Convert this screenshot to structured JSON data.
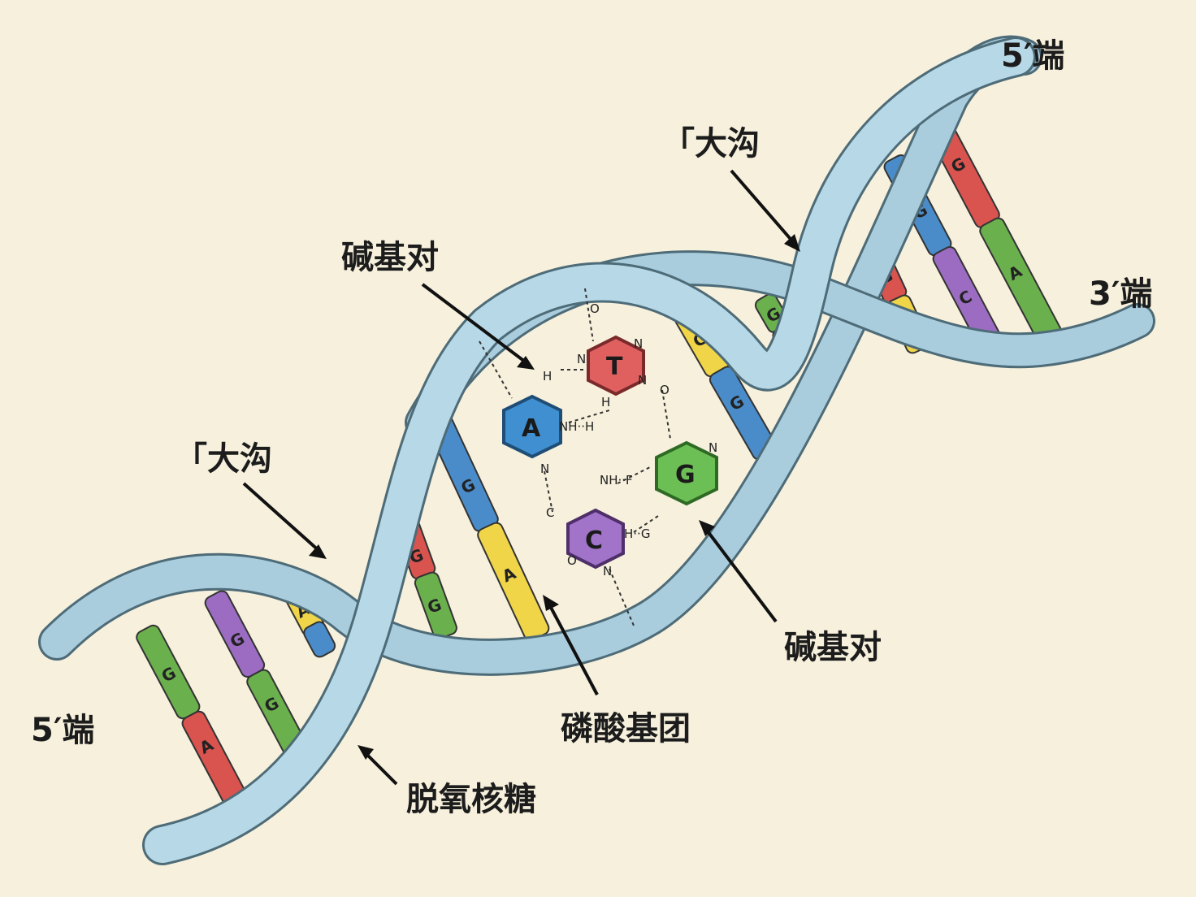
{
  "labels": {
    "five_prime_end_top": "5′端",
    "three_prime_end": "3′端",
    "major_groove_top": "「大沟",
    "major_groove_left": "「大沟",
    "base_pair_top": "碱基对",
    "base_pair_right": "碱基对",
    "five_prime_end_left": "5′端",
    "phosphate_group": "磷酸基团",
    "deoxyribose": "脱氧核糖"
  },
  "bases": {
    "A": "A",
    "T": "T",
    "G": "G",
    "C": "C"
  },
  "atoms": {
    "h1": "H",
    "n1": "N",
    "o_top": "O",
    "n_t1": "N",
    "n_t2": "N",
    "o_t": "O",
    "nh_h": "NH··H",
    "h2": "H",
    "n_a": "N",
    "c_a": "C",
    "nh_f": "NH··F",
    "n_g": "N",
    "h_g": "H··G",
    "o_c": "O",
    "n_c": "N"
  },
  "rungs": [
    {
      "top": "G",
      "bottom": "G"
    },
    {
      "top": "G",
      "bottom": "G"
    },
    {
      "top": "G",
      "bottom": "G"
    },
    {
      "top": "G",
      "bottom": "G"
    },
    {
      "top": "G",
      "bottom": "G"
    },
    {
      "top": "G",
      "bottom": "A"
    },
    {
      "top": "G",
      "bottom": "G"
    },
    {
      "top": "A",
      "bottom": "A"
    },
    {
      "top": "G",
      "bottom": "G"
    },
    {
      "top": "G",
      "bottom": "C"
    },
    {
      "top": "G",
      "bottom": "A"
    }
  ],
  "colors": {
    "background": "#f6f0dc",
    "backbone": "#a9cddd",
    "backbone_edge": "#4e6b78",
    "red": "#d9534f",
    "green": "#6ab04c",
    "blue": "#4a8cc9",
    "yellow": "#f0d548",
    "purple": "#9b6cc2",
    "adenine": "#3f8fd1",
    "thymine": "#e06060",
    "guanine": "#6cbf55",
    "cytosine": "#a173c9"
  }
}
